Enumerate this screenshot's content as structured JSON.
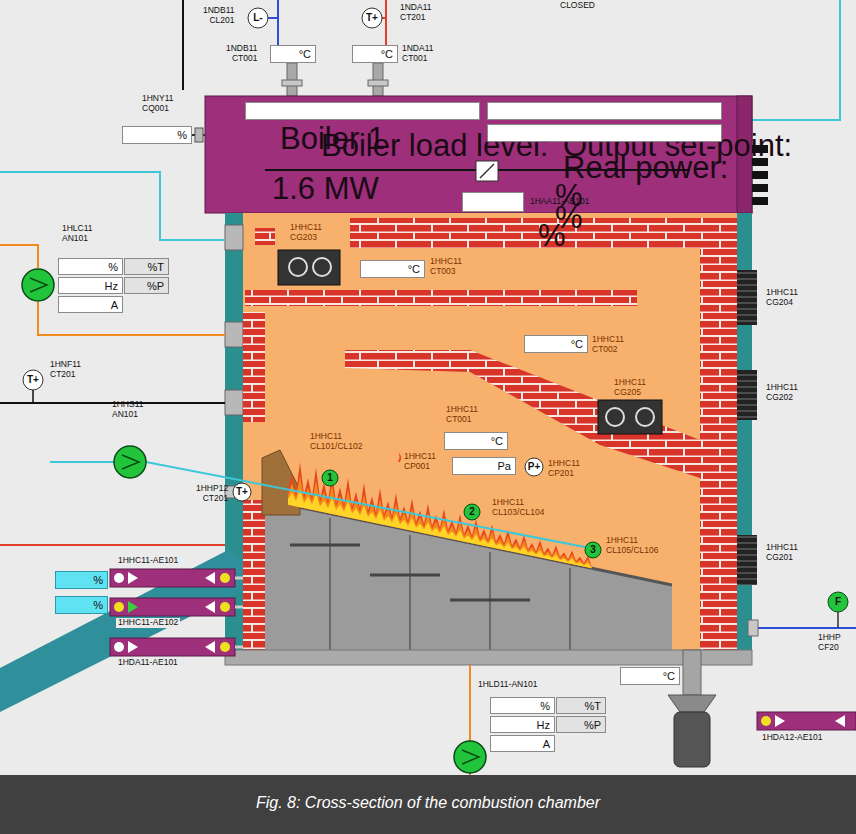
{
  "diagram": {
    "caption": "Fig. 8: Cross-section of the combustion chamber",
    "nodes": [
      {
        "text": [
          "Boiler 1",
          "1.6 MW"
        ]
      },
      {
        "text": [
          "Boiler load level:"
        ],
        "in": 0
      },
      {
        "text": [
          "Output set-point:",
          "%"
        ],
        "in": 0
      },
      {
        "text": [
          "Real power:",
          "%"
        ],
        "in": 0
      },
      {
        "text": [
          "%"
        ],
        "in": 0
      },
      {
        "text": [
          "°C"
        ]
      },
      {
        "text": [
          "°C"
        ]
      },
      {
        "text": [
          "%"
        ]
      },
      {
        "text": [
          "%"
        ]
      },
      {
        "text": [
          "%T"
        ]
      },
      {
        "text": [
          "Hz"
        ]
      },
      {
        "text": [
          "%P"
        ]
      },
      {
        "text": [
          "A"
        ]
      },
      {
        "text": [
          "°C"
        ]
      },
      {
        "text": [
          "°C"
        ]
      },
      {
        "text": [
          "°C"
        ]
      },
      {
        "text": [
          "Pa"
        ]
      },
      {
        "text": [
          "%"
        ]
      },
      {
        "text": [
          "%"
        ]
      },
      {
        "text": [
          "°C"
        ]
      },
      {
        "text": [
          "%"
        ]
      },
      {
        "text": [
          "%T"
        ]
      },
      {
        "text": [
          "Hz"
        ]
      },
      {
        "text": [
          "%P"
        ]
      },
      {
        "text": [
          "A"
        ]
      }
    ],
    "labels": [
      "CLOSED",
      "1NDB11 CL201",
      "L-",
      "1NDA11 CT201",
      "T+",
      "1NDB11 CT001",
      "1NDA11 CT001",
      "1HNY11 CQ001",
      "1HAA11-AB101",
      "1HLC11 AN101",
      "1HNF11 CT201",
      "T+",
      "1HHC11 CG203",
      "1HHC11 CT003",
      "1HHC11 CG204",
      "1HHC11 CT002",
      "1HHC11 CG202",
      "1HHC11 CG205",
      "1HHS11 AN101",
      "1HHC11 CT001",
      "1HHC11 CL101/CL102",
      "1HHC11 CP001",
      "P+",
      "1HHC11 CP201",
      "1",
      "1HHC11 CL103/CL104",
      "2",
      "1HHP12 CT201",
      "T+",
      "1HHC11 CL105/CL106",
      "3",
      "1HHC11 CG201",
      "F",
      "1HHP CF20",
      "1HHC11-AE101",
      "1HHC11-AE102",
      "1HDA11-AE101",
      "1HLD11-AN101",
      "1HDA12-AE101"
    ]
  }
}
